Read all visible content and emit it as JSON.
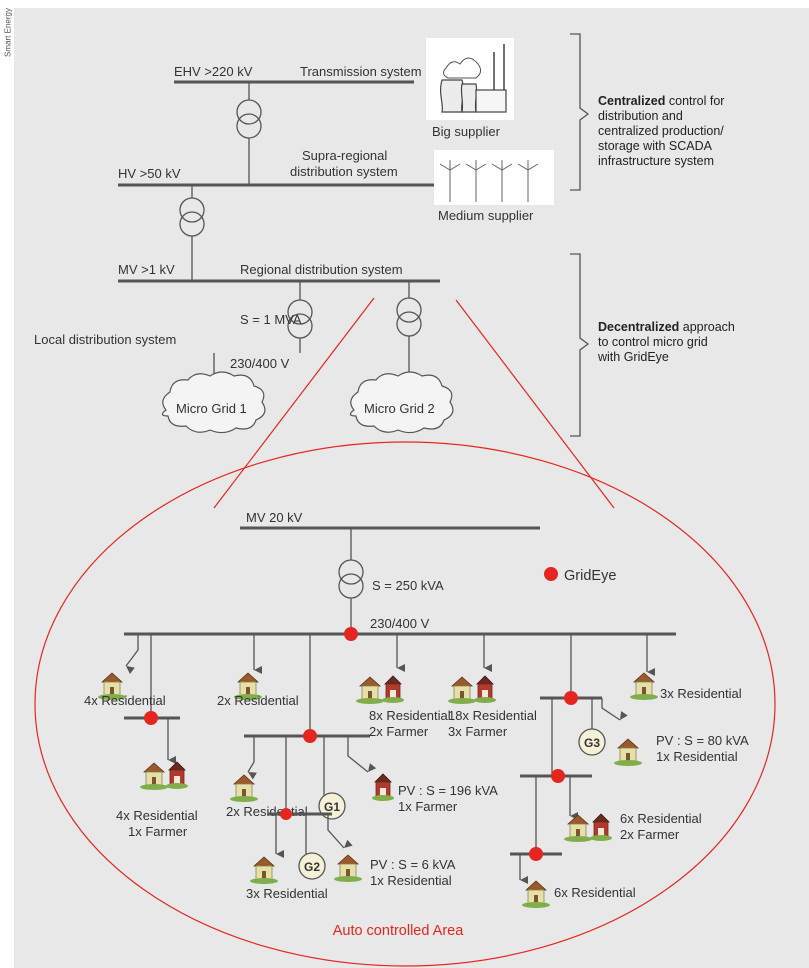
{
  "side_label": "Smart Energy",
  "levels": {
    "ehv": "EHV >220 kV",
    "transmission": "Transmission system",
    "big_supplier": "Big supplier",
    "hv": "HV >50 kV",
    "supra_regional_1": "Supra-regional",
    "supra_regional_2": "distribution system",
    "medium_supplier": "Medium supplier",
    "mv": "MV >1 kV",
    "regional": "Regional distribution system",
    "local": "Local distribution system",
    "transformer_rating": "S = 1 MVA",
    "low_voltage": "230/400 V",
    "micro_grid_1": "Micro Grid 1",
    "micro_grid_2": "Micro Grid 2"
  },
  "centralized": {
    "bold": "Centralized",
    "rest": " control for",
    "line2": "distribution and",
    "line3": "centralized production/",
    "line4": "storage with SCADA",
    "line5": "infrastructure system"
  },
  "decentralized": {
    "bold": "Decentralized",
    "rest": " approach",
    "line2": "to control micro grid",
    "line3": "with GridEye"
  },
  "micro": {
    "mv20": "MV 20 kV",
    "rating": "S = 250 kVA",
    "legend": "GridEye",
    "voltage": "230/400 V",
    "area_label": "Auto controlled Area",
    "loads": {
      "a": "4x Residential",
      "b": "2x Residential",
      "c1": "8x Residential",
      "c2": "2x Farmer",
      "d1": "18x Residential",
      "d2": "3x Farmer",
      "e": "3x Residential",
      "f1": "4x Residential",
      "f2": "1x Farmer",
      "g": "2x Residential",
      "h1": "PV : S = 196 kVA",
      "h2": "1x Farmer",
      "i": "3x Residential",
      "j1": "PV : S = 6 kVA",
      "j2": "1x Residential",
      "k1": "PV : S = 80 kVA",
      "k2": "1x Residential",
      "l1": "6x Residential",
      "l2": "2x Farmer",
      "m": "6x Residential"
    },
    "generators": {
      "g1": "G1",
      "g2": "G2",
      "g3": "G3"
    }
  },
  "colors": {
    "accent_red": "#e52620",
    "line_grey": "#555555",
    "panel_bg": "#e8e8e8"
  }
}
